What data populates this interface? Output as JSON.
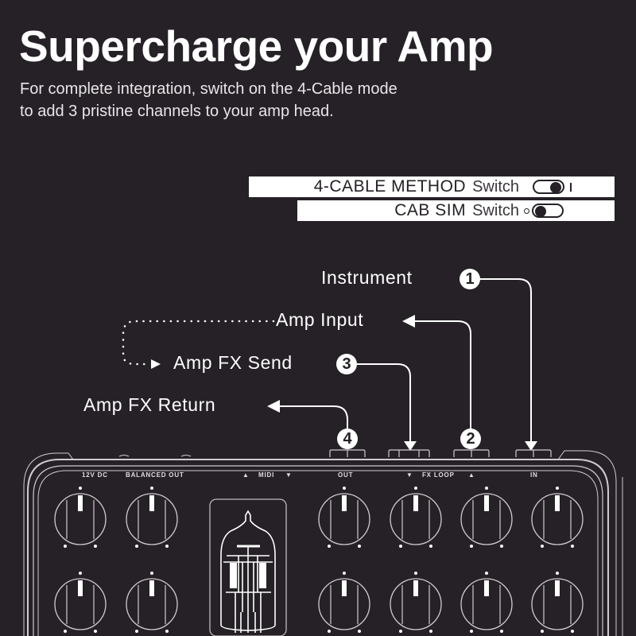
{
  "header": {
    "title": "Supercharge your Amp",
    "subtitle_line1": "For complete integration, switch on the 4-Cable mode",
    "subtitle_line2": "to add 3 pristine channels to your amp head."
  },
  "switches": [
    {
      "name": "4-CABLE METHOD",
      "word": "Switch",
      "state": "on",
      "indicator": "I"
    },
    {
      "name": "CAB SIM",
      "word": "Switch",
      "state": "off",
      "indicator": "O"
    }
  ],
  "connections": [
    {
      "number": "1",
      "label": "Instrument",
      "arrow": "into-device"
    },
    {
      "number": "2",
      "label": "Amp Input",
      "arrow": "to-label"
    },
    {
      "number": "3",
      "label": "Amp FX Send",
      "arrow": "into-device"
    },
    {
      "number": "4",
      "label": "Amp FX Return",
      "arrow": "to-label"
    }
  ],
  "device": {
    "panel_labels": {
      "dc": "12V DC",
      "balanced_out": "BALANCED OUT",
      "midi": "MIDI",
      "out": "OUT",
      "fx_loop": "FX LOOP",
      "in": "IN"
    },
    "midi_up_glyph": "▲",
    "midi_down_glyph": "▼",
    "fx_down_glyph": "▼",
    "fx_up_glyph": "▲",
    "knob_rows": 2,
    "knobs_per_row": 6
  },
  "colors": {
    "background": "#252126",
    "foreground": "#ffffff",
    "line": "#cfcccf"
  }
}
